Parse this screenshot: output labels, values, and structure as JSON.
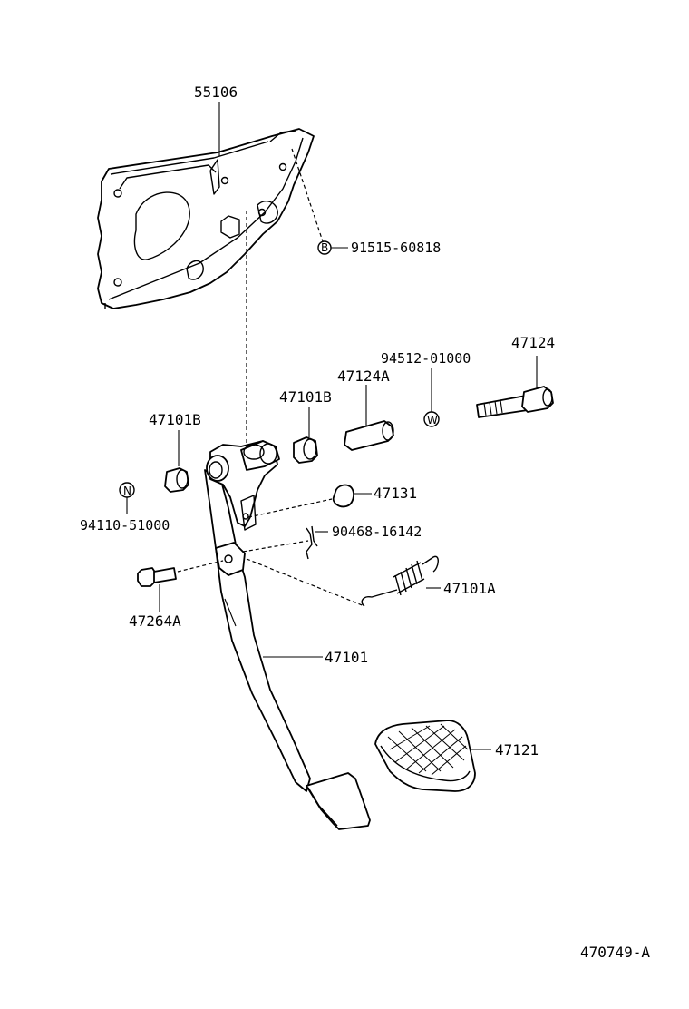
{
  "diagram_id": "470749-A",
  "labels": {
    "bracket": "55106",
    "bolt_b": "91515-60818",
    "washer_code": "94512-01000",
    "pin_bolt": "47124",
    "collar": "47124A",
    "bushing_right": "47101B",
    "bushing_left": "47101B",
    "nut_code": "94110-51000",
    "stopper": "47131",
    "clip": "90468-16142",
    "spring": "47101A",
    "small_bolt": "47264A",
    "pedal_arm": "47101",
    "pad": "47121"
  },
  "symbols": {
    "bolt_b": "B",
    "washer_w": "W",
    "nut_n": "N"
  }
}
